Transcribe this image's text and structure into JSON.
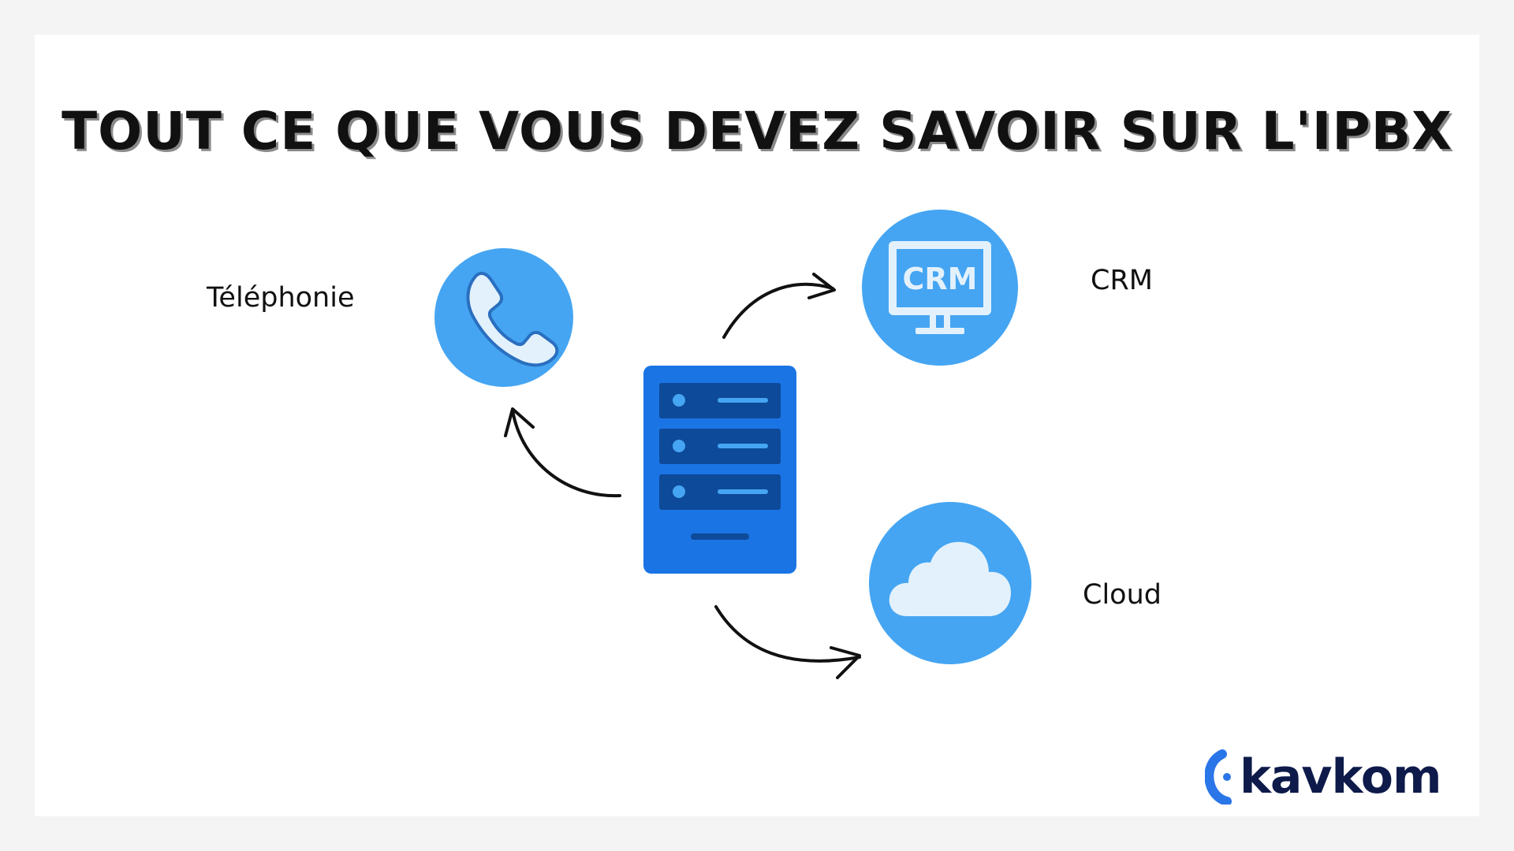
{
  "title": "TOUT CE QUE VOUS DEVEZ SAVOIR SUR L'IPBX",
  "nodes": {
    "telephony": {
      "label": "Téléphonie",
      "icon": "phone-icon"
    },
    "crm": {
      "label": "CRM",
      "icon": "crm-monitor-icon",
      "screen_text": "CRM"
    },
    "cloud": {
      "label": "Cloud",
      "icon": "cloud-icon"
    },
    "server": {
      "icon": "server-icon"
    }
  },
  "logo": {
    "text": "kavkom"
  },
  "colors": {
    "circle": "#45a5f2",
    "server": "#1b74e4",
    "server_slot": "#0d4a99",
    "accent_light": "#e3f1fc",
    "logo_text": "#0d1a4a"
  }
}
